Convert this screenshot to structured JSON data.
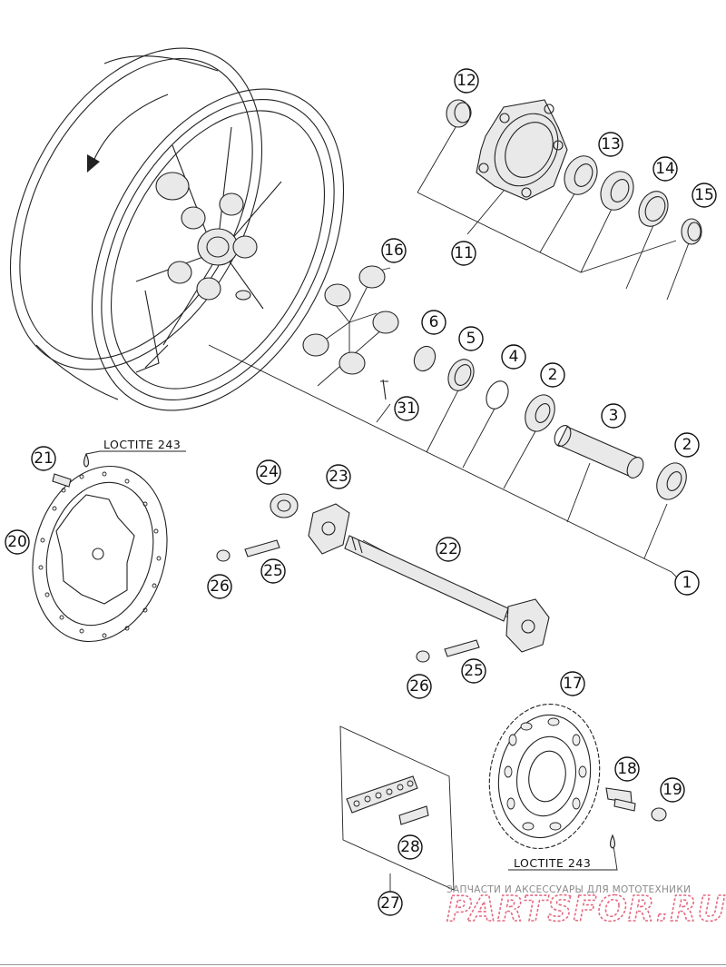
{
  "callouts": [
    {
      "label": "1"
    },
    {
      "label": "2"
    },
    {
      "label": "2"
    },
    {
      "label": "3"
    },
    {
      "label": "4"
    },
    {
      "label": "5"
    },
    {
      "label": "6"
    },
    {
      "label": "11"
    },
    {
      "label": "12"
    },
    {
      "label": "13"
    },
    {
      "label": "14"
    },
    {
      "label": "15"
    },
    {
      "label": "16"
    },
    {
      "label": "17"
    },
    {
      "label": "18"
    },
    {
      "label": "19"
    },
    {
      "label": "20"
    },
    {
      "label": "21"
    },
    {
      "label": "22"
    },
    {
      "label": "23"
    },
    {
      "label": "24"
    },
    {
      "label": "25"
    },
    {
      "label": "25"
    },
    {
      "label": "26"
    },
    {
      "label": "26"
    },
    {
      "label": "27"
    },
    {
      "label": "28"
    },
    {
      "label": "31"
    }
  ],
  "notes": {
    "loctite_top": "LOCTITE 243",
    "loctite_bottom": "LOCTITE 243"
  },
  "watermark": {
    "tagline": "ЗАПЧАСТИ И АКСЕССУАРЫ ДЛЯ МОТОТЕХНИКИ",
    "brand": "PARTSFOR.RU",
    "color": "#e56a80"
  }
}
